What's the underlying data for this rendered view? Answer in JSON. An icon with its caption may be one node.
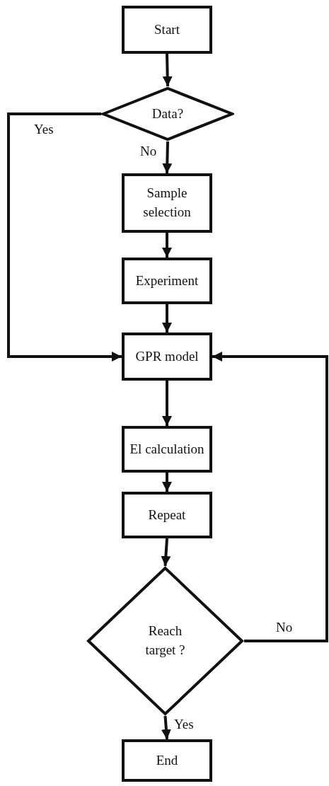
{
  "diagram": {
    "nodes": [
      {
        "text": [
          "Start"
        ]
      },
      {
        "text": [
          "Data?"
        ]
      },
      {
        "text": [
          "Sample selection"
        ]
      },
      {
        "text": [
          "Experiment"
        ]
      },
      {
        "text": [
          "GPR model"
        ]
      },
      {
        "text": [
          "El calculation"
        ]
      },
      {
        "text": [
          "Repeat"
        ]
      },
      {
        "text": [
          "Reach target ?"
        ]
      },
      {
        "text": [
          "End"
        ]
      }
    ],
    "edges": [
      {
        "from": 0,
        "to": 1,
        "arrow": "to"
      },
      {
        "from": 1,
        "to": 2,
        "arrow": "to",
        "label": "No"
      },
      {
        "from": 1,
        "to": 4,
        "arrow": "to",
        "label": "Yes"
      },
      {
        "from": 2,
        "to": 3,
        "arrow": "to"
      },
      {
        "from": 3,
        "to": 4,
        "arrow": "to"
      },
      {
        "from": 4,
        "to": 5,
        "arrow": "to"
      },
      {
        "from": 5,
        "to": 6,
        "arrow": "to"
      },
      {
        "from": 6,
        "to": 7,
        "arrow": "to"
      },
      {
        "from": 7,
        "to": 4,
        "arrow": "to",
        "label": "No"
      },
      {
        "from": 7,
        "to": 8,
        "arrow": "to",
        "label": "Yes"
      }
    ]
  }
}
